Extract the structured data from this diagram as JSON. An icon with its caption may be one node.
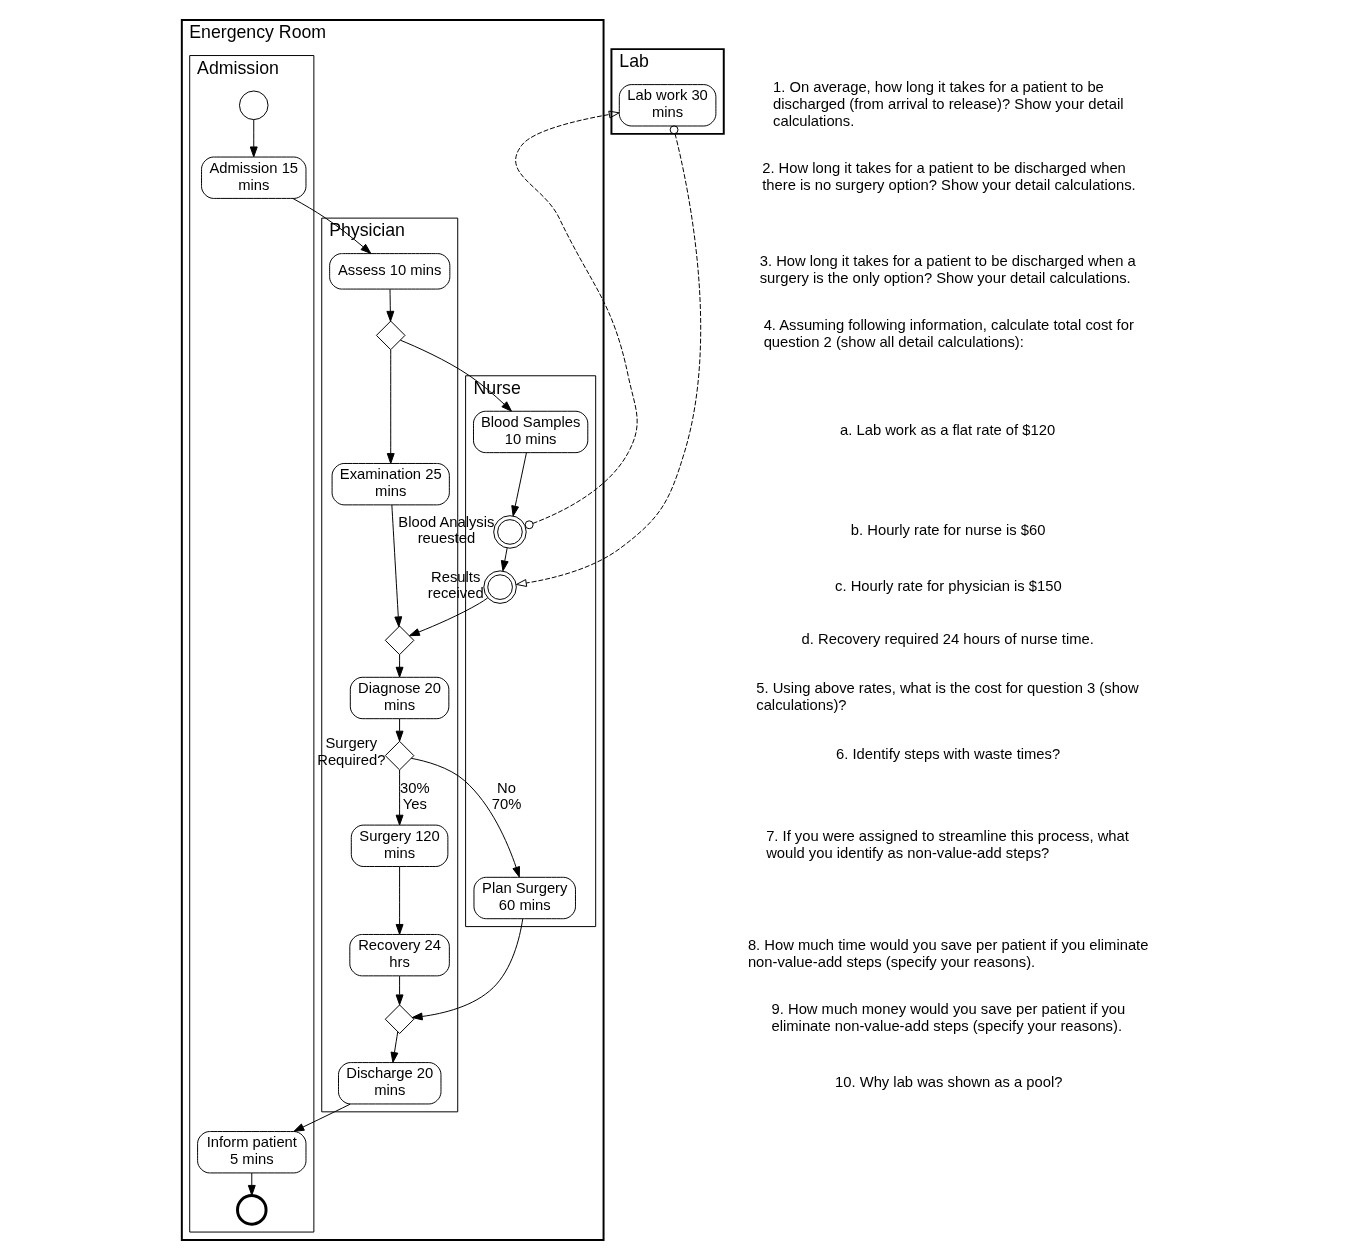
{
  "diagram": {
    "nodes": [
      {
        "text": [
          "Energency Room"
        ]
      },
      {
        "text": [
          "Admission"
        ],
        "in": 0
      },
      {
        "text": [
          "Physician"
        ],
        "in": 0
      },
      {
        "text": [
          "Nurse"
        ],
        "in": 0
      },
      {
        "text": [
          "Lab"
        ]
      },
      {
        "text": [],
        "shape": "circle",
        "in": 1
      },
      {
        "text": [
          "Admission 15 mins"
        ],
        "in": 1
      },
      {
        "text": [
          "Inform patient 5 mins"
        ],
        "in": 1
      },
      {
        "text": [],
        "shape": "circle",
        "in": 1
      },
      {
        "text": [
          "Assess 10 mins"
        ],
        "in": 2
      },
      {
        "text": [],
        "shape": "diamond",
        "in": 2
      },
      {
        "text": [
          "Examination 25 mins"
        ],
        "in": 2
      },
      {
        "text": [],
        "shape": "diamond",
        "in": 2
      },
      {
        "text": [
          "Diagnose 20 mins"
        ],
        "in": 2
      },
      {
        "text": [],
        "shape": "diamond",
        "in": 2,
        "beside": [
          "Surgery Required?"
        ]
      },
      {
        "text": [
          "Surgery 120 mins"
        ],
        "in": 2
      },
      {
        "text": [
          "Recovery 24 hrs"
        ],
        "in": 2
      },
      {
        "text": [],
        "shape": "diamond",
        "in": 2
      },
      {
        "text": [
          "Discharge 20 mins"
        ],
        "in": 2
      },
      {
        "text": [
          "Blood Samples 10 mins"
        ],
        "in": 3
      },
      {
        "text": [
          "Blood Analysis reuested"
        ],
        "in": 3
      },
      {
        "text": [
          "Results received"
        ],
        "in": 3
      },
      {
        "text": [
          "Plan Surgery 60 mins"
        ],
        "in": 3
      },
      {
        "text": [
          "Lab work 30 mins"
        ],
        "in": 4
      }
    ],
    "edges": [
      {
        "from": 5,
        "to": 6,
        "arrow": "to"
      },
      {
        "from": 6,
        "to": 9,
        "arrow": "to"
      },
      {
        "from": 9,
        "to": 10,
        "arrow": "to"
      },
      {
        "from": 10,
        "to": 11,
        "arrow": "to"
      },
      {
        "from": 10,
        "to": 19,
        "arrow": "to"
      },
      {
        "from": 11,
        "to": 12,
        "arrow": "to"
      },
      {
        "from": 12,
        "to": 13,
        "arrow": "to"
      },
      {
        "from": 13,
        "to": 14,
        "arrow": "to"
      },
      {
        "from": 14,
        "to": 15,
        "arrow": "to",
        "label": "30% Yes"
      },
      {
        "from": 14,
        "to": 22,
        "arrow": "to",
        "label": "No 70%"
      },
      {
        "from": 15,
        "to": 16,
        "arrow": "to"
      },
      {
        "from": 16,
        "to": 17,
        "arrow": "to"
      },
      {
        "from": 22,
        "to": 17,
        "arrow": "to"
      },
      {
        "from": 17,
        "to": 18,
        "arrow": "to"
      },
      {
        "from": 18,
        "to": 7,
        "arrow": "to"
      },
      {
        "from": 7,
        "to": 8,
        "arrow": "to"
      },
      {
        "from": 19,
        "to": 20,
        "arrow": "to"
      },
      {
        "from": 20,
        "to": 21,
        "arrow": "to"
      },
      {
        "from": 21,
        "to": 12,
        "arrow": "to"
      },
      {
        "from": 20,
        "to": 23,
        "arrow": "to",
        "style": "dashed"
      },
      {
        "from": 23,
        "to": 21,
        "arrow": "to",
        "style": "dashed"
      }
    ],
    "labels": [
      "1. On average, how long it takes for a patient to be discharged (from arrival to release)? Show your detail calculations.",
      "2. How long it takes for a patient to be discharged when there is no surgery option? Show your detail calculations.",
      "3. How long it takes for a patient to be discharged when a surgery is the only option? Show your detail calculations.",
      "4. Assuming following information, calculate total cost for question 2 (show all detail calculations):",
      "a. Lab work as a flat rate of $120",
      "b. Hourly rate for nurse is $60",
      "c. Hourly rate for physician is $150",
      "d. Recovery required 24 hours of nurse time.",
      "5. Using above rates, what is the cost for question 3 (show calculations)?",
      "6. Identify steps with waste times?",
      "7. If you were assigned to streamline this process, what would you identify as non-value-add steps?",
      "8. How much time would you save per patient if you eliminate non-value-add steps (specify your reasons).",
      "9. How much money would you save per patient if you eliminate non-value-add steps (specify your reasons).",
      "10. Why lab was shown as a pool?"
    ]
  }
}
